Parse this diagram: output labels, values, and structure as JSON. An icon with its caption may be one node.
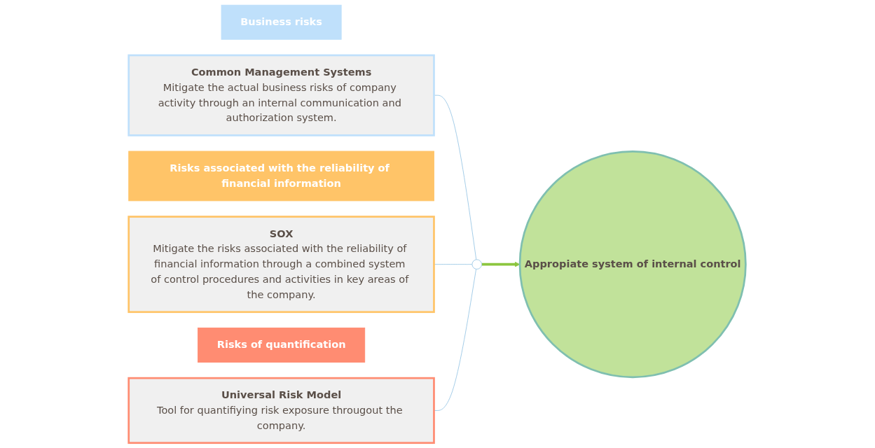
{
  "diagram": {
    "nodes": [
      {
        "text": [
          "Business risks"
        ]
      },
      {
        "text": [
          "Common Management Systems",
          "Mitigate the actual business risks of company activity through an internal communication and authorization system."
        ]
      },
      {
        "text": [
          "Risks associated with the reliability of financial information"
        ]
      },
      {
        "text": [
          "SOX",
          "Mitigate the risks associated with the reliability of financial information through a combined system of control procedures and activities in key areas of the company."
        ]
      },
      {
        "text": [
          "Risks of quantification"
        ]
      },
      {
        "text": [
          "Universal Risk Model",
          "Tool for quantifiying risk exposure througout the company."
        ]
      },
      {
        "text": [],
        "shape": "circle"
      },
      {
        "text": [
          "Appropiate system of internal control"
        ]
      }
    ],
    "edges": [
      {
        "from": 1,
        "to": 6,
        "arrow": "none"
      },
      {
        "from": 3,
        "to": 6,
        "arrow": "none"
      },
      {
        "from": 5,
        "to": 6,
        "arrow": "none"
      },
      {
        "from": 6,
        "to": 7,
        "arrow": "to",
        "style": "thick",
        "color": "#8cc63f"
      }
    ]
  }
}
